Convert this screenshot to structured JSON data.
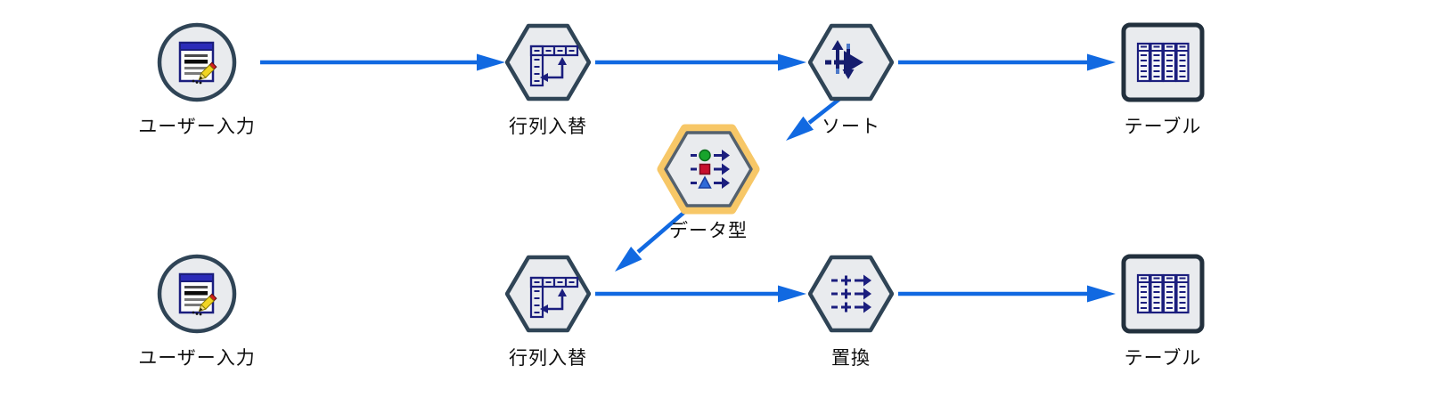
{
  "app": {
    "name": "stream-canvas",
    "description": "SPSS Modeler style stream with nodes connected by arrows"
  },
  "colors": {
    "canvas_background": "#ffffff",
    "connector_blue": "#1169E1",
    "node_border": "#2F4456",
    "table_node_border": "#22303D",
    "node_fill": "#E9EBEE",
    "icon_navy": "#1B1E7E",
    "selected_ring_orange": "#F7C767",
    "pencil_yellow": "#F2D522",
    "pencil_red": "#D42020",
    "type_green": "#18A42C",
    "type_red": "#C8102E",
    "type_blue": "#2F6BD8",
    "label_text": "#0e0e0e"
  },
  "nodes": [
    {
      "id": "user-input-top",
      "type": "user-input",
      "shape": "circle",
      "label": "ユーザー入力",
      "icon": "user-input-icon",
      "selected": false
    },
    {
      "id": "transpose-top",
      "type": "transpose",
      "shape": "hexagon",
      "label": "行列入替",
      "icon": "transpose-icon",
      "selected": false
    },
    {
      "id": "sort",
      "type": "sort",
      "shape": "hexagon",
      "label": "ソート",
      "icon": "sort-icon",
      "selected": false
    },
    {
      "id": "table-top",
      "type": "table",
      "shape": "square",
      "label": "テーブル",
      "icon": "table-icon",
      "selected": false
    },
    {
      "id": "type",
      "type": "type",
      "shape": "hexagon",
      "label": "データ型",
      "icon": "type-icon",
      "selected": true
    },
    {
      "id": "user-input-bottom",
      "type": "user-input",
      "shape": "circle",
      "label": "ユーザー入力",
      "icon": "user-input-icon",
      "selected": false
    },
    {
      "id": "transpose-bottom",
      "type": "transpose",
      "shape": "hexagon",
      "label": "行列入替",
      "icon": "transpose-icon",
      "selected": false
    },
    {
      "id": "filler",
      "type": "filler",
      "shape": "hexagon",
      "label": "置換",
      "icon": "filler-icon",
      "selected": false
    },
    {
      "id": "table-bottom",
      "type": "table",
      "shape": "square",
      "label": "テーブル",
      "icon": "table-icon",
      "selected": false
    }
  ],
  "connections": [
    {
      "from": "user-input-top",
      "to": "transpose-top"
    },
    {
      "from": "transpose-top",
      "to": "sort"
    },
    {
      "from": "sort",
      "to": "table-top"
    },
    {
      "from": "sort",
      "to": "type"
    },
    {
      "from": "type",
      "to": "transpose-bottom"
    },
    {
      "from": "transpose-bottom",
      "to": "filler"
    },
    {
      "from": "filler",
      "to": "table-bottom"
    }
  ]
}
